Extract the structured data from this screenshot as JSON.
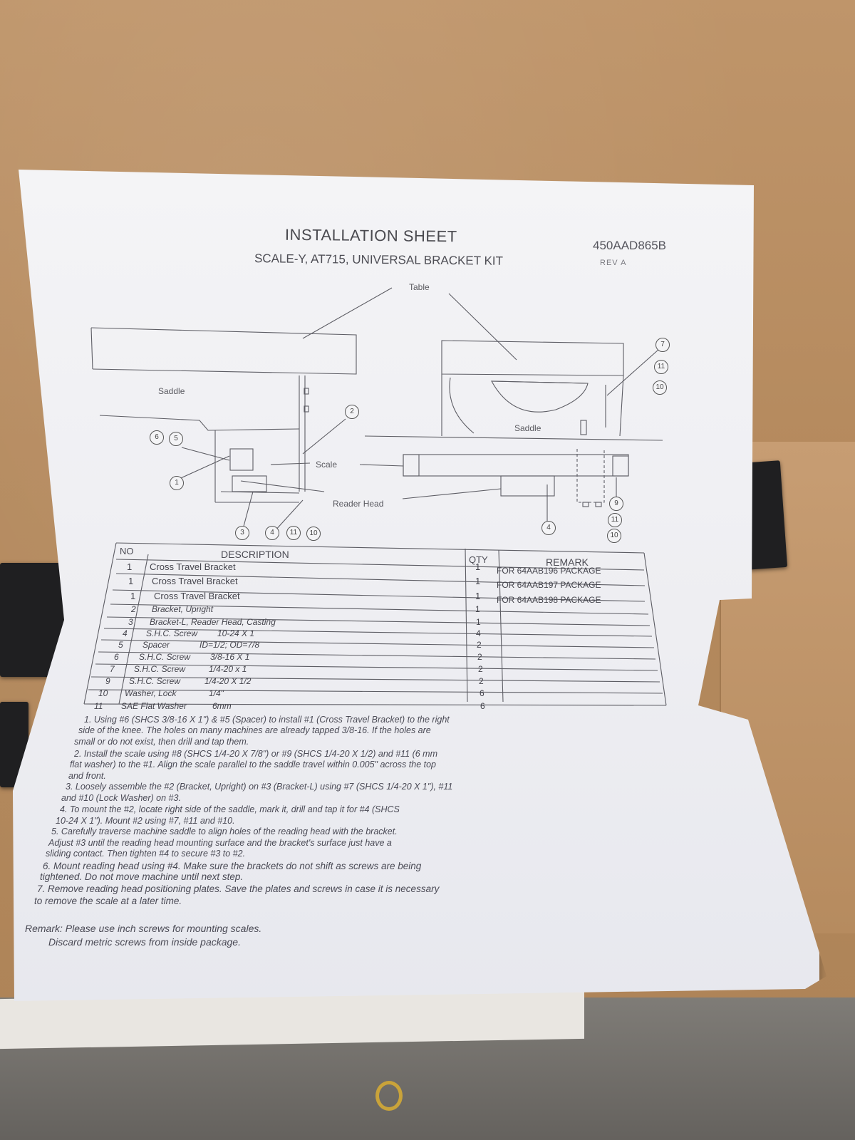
{
  "sheet": {
    "title": "INSTALLATION SHEET",
    "subtitle": "SCALE-Y, AT715, UNIVERSAL BRACKET KIT",
    "doc_number": "450AAD865B",
    "revision": "REV A"
  },
  "diagram": {
    "label_table": "Table",
    "label_saddle_left": "Saddle",
    "label_saddle_right": "Saddle",
    "label_scale": "Scale",
    "label_reader_head": "Reader Head",
    "callouts_left": [
      "6",
      "5",
      "1",
      "2",
      "3",
      "4",
      "11",
      "10"
    ],
    "callouts_right": [
      "7",
      "11",
      "10",
      "9",
      "11",
      "10",
      "4"
    ]
  },
  "table": {
    "headers": {
      "no": "NO",
      "description": "DESCRIPTION",
      "qty": "QTY",
      "remark": "REMARK"
    },
    "rows": [
      {
        "no": "1",
        "description": "Cross Travel Bracket",
        "spec": "",
        "qty": "1",
        "remark": "FOR 64AAB196 PACKAGE"
      },
      {
        "no": "1",
        "description": "Cross Travel Bracket",
        "spec": "",
        "qty": "1",
        "remark": "FOR 64AAB197 PACKAGE"
      },
      {
        "no": "1",
        "description": "Cross Travel Bracket",
        "spec": "",
        "qty": "1",
        "remark": "FOR 64AAB198 PACKAGE"
      },
      {
        "no": "2",
        "description": "Bracket, Upright",
        "spec": "",
        "qty": "1",
        "remark": ""
      },
      {
        "no": "3",
        "description": "Bracket-L, Reader Head, Casting",
        "spec": "",
        "qty": "1",
        "remark": ""
      },
      {
        "no": "4",
        "description": "S.H.C. Screw",
        "spec": "10-24 X 1",
        "qty": "4",
        "remark": ""
      },
      {
        "no": "5",
        "description": "Spacer",
        "spec": "ID=1/2; OD=7/8",
        "qty": "2",
        "remark": ""
      },
      {
        "no": "6",
        "description": "S.H.C. Screw",
        "spec": "3/8-16 X 1",
        "qty": "2",
        "remark": ""
      },
      {
        "no": "7",
        "description": "S.H.C. Screw",
        "spec": "1/4-20 x 1",
        "qty": "2",
        "remark": ""
      },
      {
        "no": "9",
        "description": "S.H.C. Screw",
        "spec": "1/4-20 X 1/2",
        "qty": "2",
        "remark": ""
      },
      {
        "no": "10",
        "description": "Washer, Lock",
        "spec": "1/4\"",
        "qty": "6",
        "remark": ""
      },
      {
        "no": "11",
        "description": "SAE Flat Washer",
        "spec": "6mm",
        "qty": "6",
        "remark": ""
      }
    ]
  },
  "instructions": [
    "1. Using #6 (SHCS 3/8-16 X 1\") & #5 (Spacer) to install #1 (Cross Travel Bracket) to the right",
    "side of the knee. The holes on many machines are already tapped 3/8-16. If the holes are",
    "small or do not exist, then drill and tap them.",
    "2. Install the scale using #8 (SHCS 1/4-20 X 7/8\") or #9 (SHCS 1/4-20 X 1/2) and #11 (6 mm",
    "flat washer) to the #1. Align the scale parallel to the saddle travel within 0.005\" across the top",
    "and front.",
    "3. Loosely assemble the #2 (Bracket, Upright) on #3 (Bracket-L) using #7 (SHCS 1/4-20 X 1\"), #11",
    "and #10 (Lock Washer) on #3.",
    "4. To mount the #2, locate right side of the saddle, mark it, drill and tap it for #4 (SHCS",
    "10-24 X 1\"). Mount #2 using #7, #11 and #10.",
    "5. Carefully traverse machine saddle to align holes of the reading head with the bracket.",
    "Adjust #3 until the reading head mounting surface and the bracket's surface just have a",
    "sliding contact. Then tighten #4 to secure #3 to #2.",
    "6. Mount reading head using #4. Make sure the brackets do not shift as screws are being",
    "tightened. Do not move machine until next step.",
    "7. Remove reading head positioning plates. Save the plates and screws in case it is necessary",
    "to remove the scale at a later time."
  ],
  "remark": {
    "line1": "Remark: Please use inch screws for mounting scales.",
    "line2": "Discard metric screws from inside package."
  }
}
